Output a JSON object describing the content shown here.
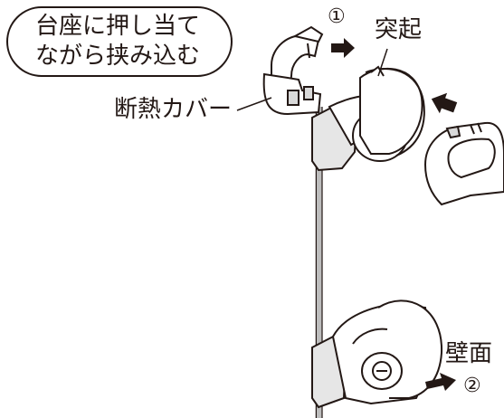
{
  "callout": {
    "line1": "台座に押し当て",
    "line2": "ながら挟み込む"
  },
  "labels": {
    "step1_marker": "①",
    "protrusion": "突起",
    "insulation_cover": "断熱カバー",
    "wall_surface": "壁面",
    "step2_marker": "②"
  },
  "colors": {
    "line": "#231815",
    "part_fill": "#ffffff",
    "shade": "#d9d9d9",
    "arrow": "#231815"
  }
}
